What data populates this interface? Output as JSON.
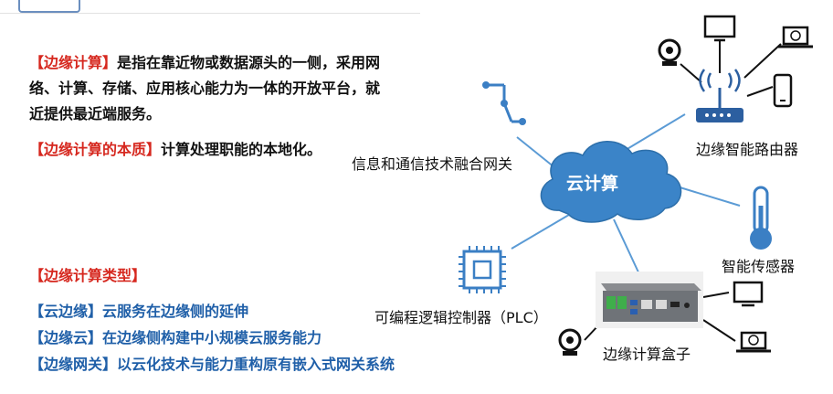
{
  "definition": {
    "title": "【边缘计算】",
    "line1": "是指在靠近物或数据源头的一侧，采用网",
    "line2": "络、计算、存储、应用核心能力为一体的开放平台，就",
    "line3": "近提供最近端服务。"
  },
  "essence": {
    "title": "【边缘计算的本质】",
    "text": "计算处理职能的本地化。"
  },
  "types": {
    "title": "【边缘计算类型】",
    "items": [
      {
        "tag": "【云边缘】",
        "desc": "云服务在边缘侧的延伸"
      },
      {
        "tag": "【边缘云】",
        "desc": "在边缘侧构建中小规模云服务能力"
      },
      {
        "tag": "【边缘网关】",
        "desc": "以云化技术与能力重构原有嵌入式网关系统"
      }
    ]
  },
  "diagram": {
    "center": "云计算",
    "nodes": {
      "gateway": "信息和通信技术融合网关",
      "router": "边缘智能路由器",
      "sensor": "智能传感器",
      "plc": "可编程逻辑控制器（PLC）",
      "box": "边缘计算盒子"
    },
    "icons": [
      "camera-icon",
      "monitor-icon",
      "laptop-icon",
      "phone-icon",
      "router-icon",
      "thermometer-icon",
      "chip-icon",
      "gateway-icon",
      "edge-box-icon"
    ]
  },
  "colors": {
    "red": "#d6281f",
    "blue": "#1f5fa8",
    "cloud": "#3b84c8",
    "line": "#5b9bd5"
  }
}
